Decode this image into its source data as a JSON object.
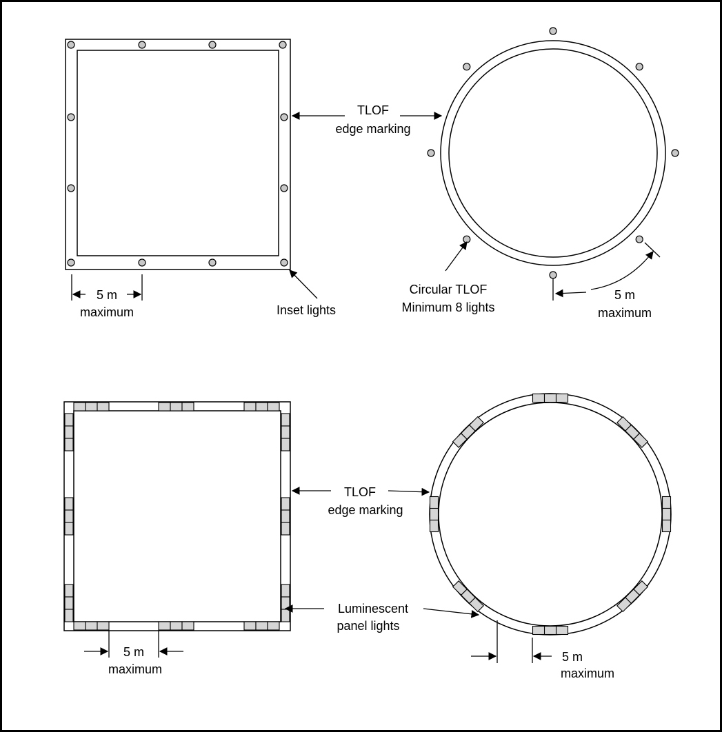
{
  "labels": {
    "tlof_edge_top_line1": "TLOF",
    "tlof_edge_top_line2": "edge marking",
    "inset_lights": "Inset lights",
    "spacing_top_left_line1": "5 m",
    "spacing_top_left_line2": "maximum",
    "circular_tlof_line1": "Circular TLOF",
    "circular_tlof_line2": "Minimum 8 lights",
    "spacing_top_right_line1": "5 m",
    "spacing_top_right_line2": "maximum",
    "tlof_edge_bottom_line1": "TLOF",
    "tlof_edge_bottom_line2": "edge marking",
    "panel_lights_line1": "Luminescent",
    "panel_lights_line2": "panel lights",
    "spacing_bottom_left_line1": "5 m",
    "spacing_bottom_left_line2": "maximum",
    "spacing_bottom_right_line1": "5 m",
    "spacing_bottom_right_line2": "maximum"
  },
  "colors": {
    "stroke": "#000000",
    "light_fill": "#c8c8c8",
    "panel_fill": "#d6d6d6",
    "background": "#ffffff"
  }
}
